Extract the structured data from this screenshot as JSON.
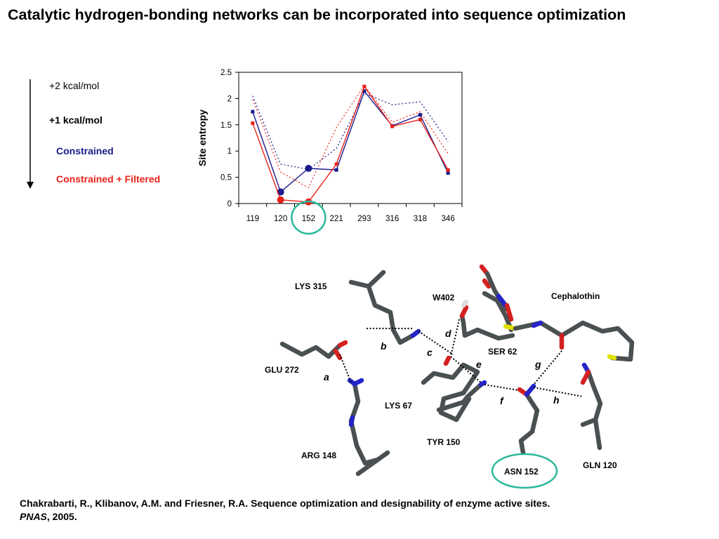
{
  "title": "Catalytic hydrogen-bonding networks can be incorporated into sequence optimization",
  "legend": {
    "kcal2": "+2 kcal/mol",
    "kcal1": "+1 kcal/mol",
    "constrained": "Constrained",
    "constrained_filtered": "Constrained + Filtered"
  },
  "colors": {
    "constrained": "#1a1a8c",
    "constrained_filtered": "#e8211a",
    "highlight": "#2ab89a",
    "carbon": "#4a5052",
    "nitrogen": "#2424c8",
    "oxygen": "#d42020",
    "sulfur": "#e0e000"
  },
  "chart_data": {
    "type": "line",
    "categories": [
      "119",
      "120",
      "152",
      "221",
      "293",
      "316",
      "318",
      "346"
    ],
    "ylabel": "Site entropy",
    "xlabel": "",
    "ylim": [
      0,
      2.5
    ],
    "yticks": [
      "0",
      "0.5",
      "1",
      "1.5",
      "2",
      "2.5"
    ],
    "highlighted_category": "152",
    "series": [
      {
        "name": "Constrained (+1 kcal/mol)",
        "values": [
          1.75,
          0.22,
          0.67,
          0.64,
          2.14,
          1.48,
          1.69,
          0.58
        ]
      },
      {
        "name": "Constrained + Filtered (+1 kcal/mol)",
        "values": [
          1.53,
          0.07,
          0.03,
          0.75,
          2.23,
          1.47,
          1.6,
          0.64
        ]
      },
      {
        "name": "Constrained (+2 kcal/mol)",
        "values": [
          2.05,
          0.75,
          0.65,
          1.05,
          2.1,
          1.88,
          1.94,
          1.18
        ]
      },
      {
        "name": "Constrained + Filtered (+2 kcal/mol)",
        "values": [
          1.98,
          0.6,
          0.3,
          1.45,
          2.25,
          1.55,
          1.75,
          0.95
        ]
      }
    ]
  },
  "structure": {
    "residues": [
      "LYS 315",
      "W402",
      "Cephalothin",
      "SER 62",
      "GLU 272",
      "LYS 67",
      "TYR 150",
      "ARG 148",
      "ASN 152",
      "GLN 120"
    ],
    "bonds": [
      "a",
      "b",
      "c",
      "d",
      "e",
      "f",
      "g",
      "h"
    ]
  },
  "citation": {
    "authors": "Chakrabarti, R., Klibanov, A.M. and Friesner, R.A.  Sequence optimization and designability of enzyme active sites.",
    "journal": "PNAS",
    "year": ", 2005."
  }
}
